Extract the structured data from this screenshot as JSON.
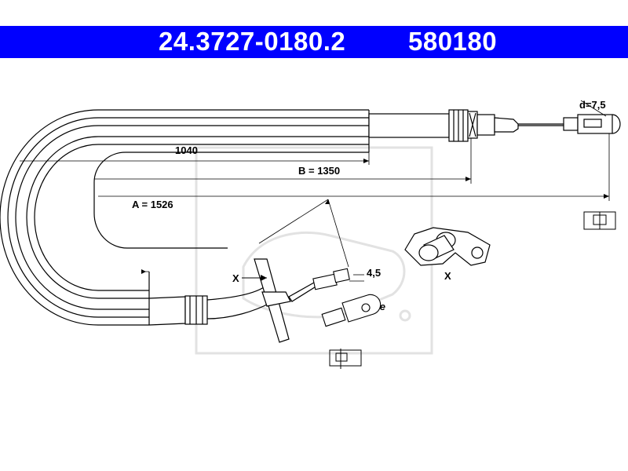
{
  "header": {
    "part_number": "24.3727-0180.2",
    "ref_number": "580180",
    "background_color": "#0000ff",
    "text_color": "#ffffff"
  },
  "drawing": {
    "dim_1040": "1040",
    "dim_b": "B = 1350",
    "dim_a": "A = 1526",
    "dim_d": "d=7,5",
    "dim_45": "4,5",
    "view_x_arrow_label": "X",
    "view_x_detail_label": "X",
    "watermark": "Ate"
  }
}
